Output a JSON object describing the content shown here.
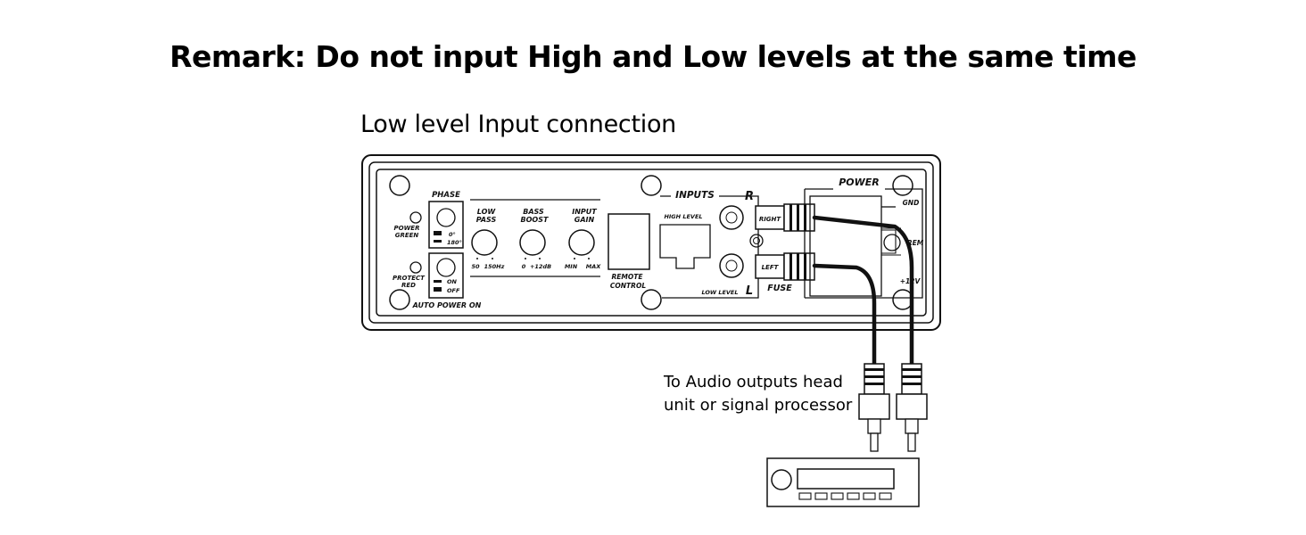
{
  "remark": "Remark: Do not input High and Low levels at the same time",
  "subtitle": "Low level Input connection",
  "caption": {
    "line1": "To Audio outputs head",
    "line2": "unit or signal processor"
  },
  "panel": {
    "power_green": [
      "POWER",
      "GREEN"
    ],
    "protect_red": [
      "PROTECT",
      "RED"
    ],
    "phase": "PHASE",
    "phase_0": "0°",
    "phase_180": "180°",
    "auto_on": "ON",
    "auto_off": "OFF",
    "auto_power_on": "AUTO POWER ON",
    "low_pass": [
      "LOW",
      "PASS"
    ],
    "low_pass_range": [
      "50",
      "150Hz"
    ],
    "bass_boost": [
      "BASS",
      "BOOST"
    ],
    "bass_boost_range": [
      "0",
      "+12dB"
    ],
    "input_gain": [
      "INPUT",
      "GAIN"
    ],
    "input_gain_range": [
      "MIN",
      "MAX"
    ],
    "remote_control": [
      "REMOTE",
      "CONTROL"
    ],
    "inputs": "INPUTS",
    "high_level": "HIGH  LEVEL",
    "low_level": "LOW  LEVEL",
    "right_channel": "R",
    "left_channel": "L",
    "right_plug": "RIGHT",
    "left_plug": "LEFT",
    "fuse": "FUSE",
    "power": "POWER",
    "gnd": "GND",
    "rem": "REM",
    "plus12v": "+12V"
  }
}
